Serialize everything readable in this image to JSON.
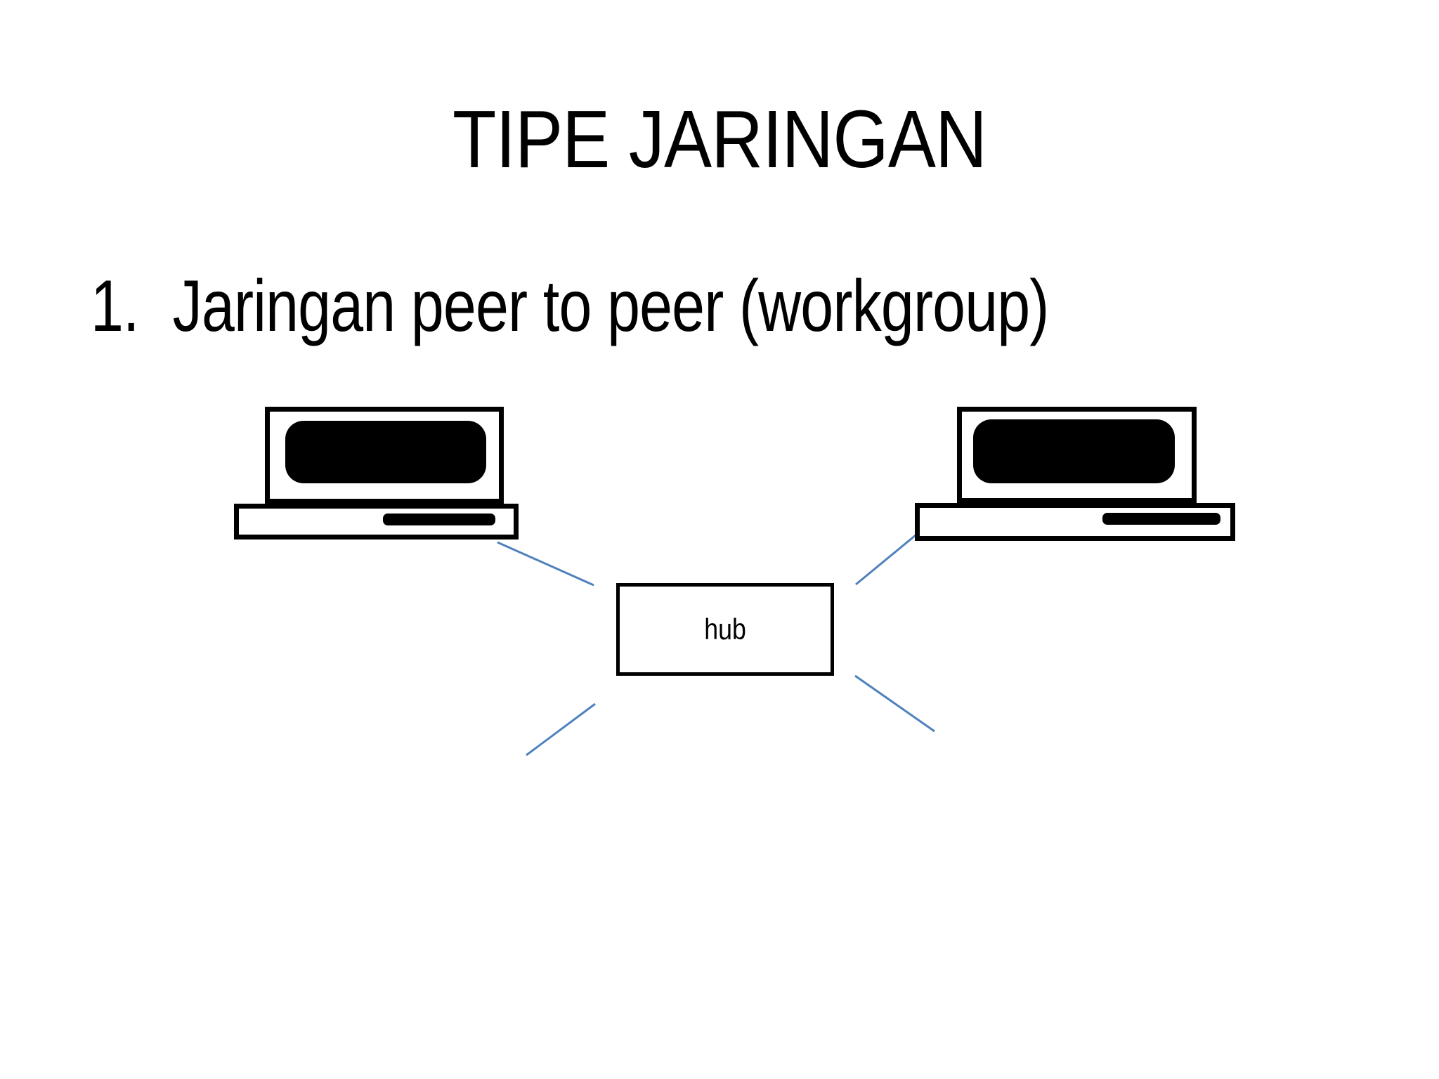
{
  "slide": {
    "title": "TIPE JARINGAN",
    "list_items": [
      {
        "marker": "1.",
        "text": "Jaringan peer to peer (workgroup)"
      }
    ],
    "diagram": {
      "hub_label": "hub",
      "node_icons": [
        "laptop-icon",
        "laptop-icon"
      ],
      "line_color": "#4F81BD",
      "shape_color": "#000000",
      "background_color": "#FFFFFF"
    }
  }
}
